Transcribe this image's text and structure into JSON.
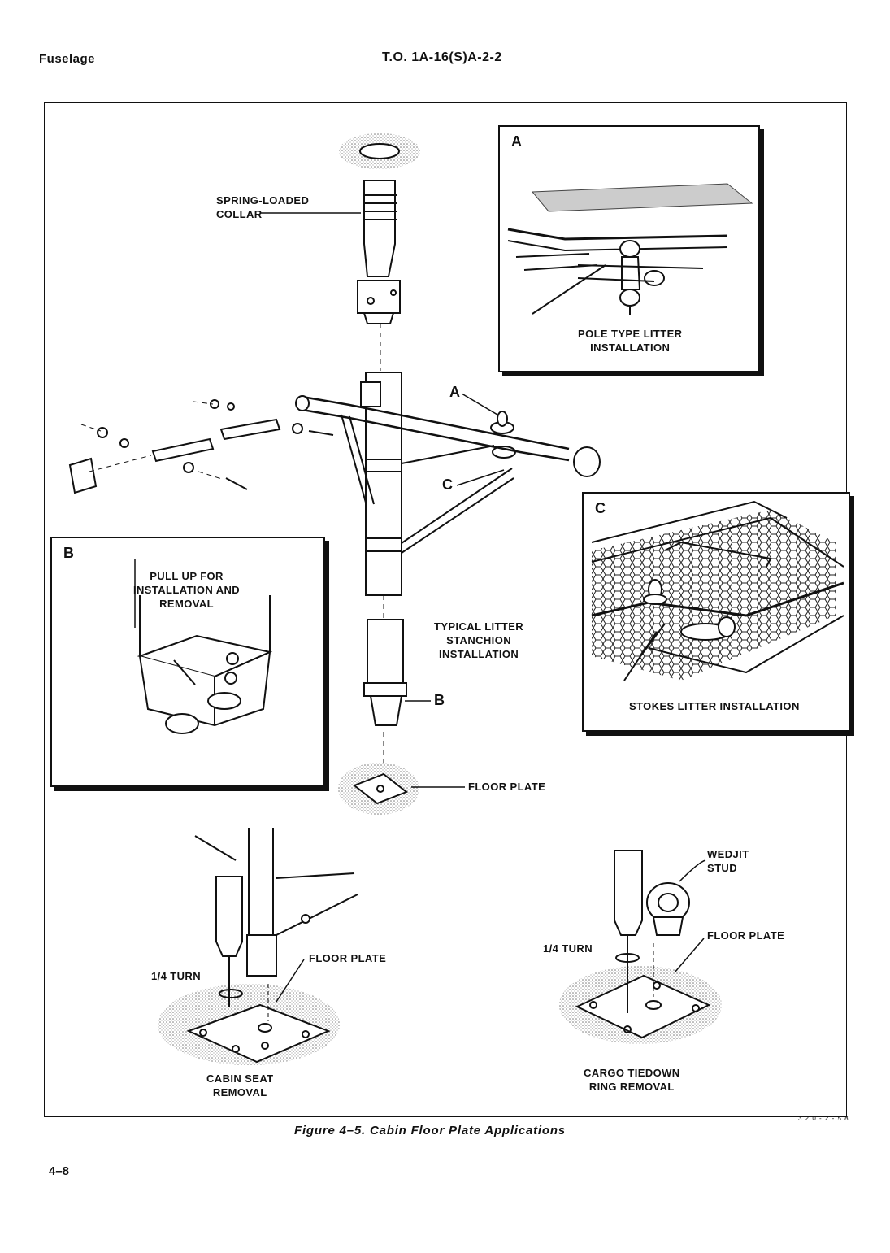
{
  "header": {
    "section": "Fuselage",
    "doc_number": "T.O. 1A-16(S)A-2-2"
  },
  "labels": {
    "spring_loaded_collar": [
      "SPRING-LOADED",
      "COLLAR"
    ],
    "typical_litter": [
      "TYPICAL LITTER",
      "STANCHION",
      "INSTALLATION"
    ],
    "floor_plate_center": "FLOOR PLATE",
    "floor_plate_left": "FLOOR PLATE",
    "floor_plate_right": "FLOOR PLATE",
    "quarter_turn_left": "1/4 TURN",
    "quarter_turn_right": "1/4 TURN",
    "wedjit_stud": [
      "WEDJIT",
      "STUD"
    ],
    "cabin_seat_removal": [
      "CABIN SEAT",
      "REMOVAL"
    ],
    "cargo_tiedown": [
      "CARGO TIEDOWN",
      "RING REMOVAL"
    ]
  },
  "callouts": {
    "a": "A",
    "b": "B",
    "c": "C"
  },
  "insets": {
    "a": {
      "letter": "A",
      "caption": [
        "POLE TYPE LITTER",
        "INSTALLATION"
      ]
    },
    "b": {
      "letter": "B",
      "caption": [
        "PULL UP FOR",
        "INSTALLATION AND",
        "REMOVAL"
      ]
    },
    "c": {
      "letter": "C",
      "caption": "STOKES LITTER INSTALLATION"
    }
  },
  "figure": {
    "caption": "Figure 4–5.  Cabin Floor Plate Applications",
    "code": "3 2 0 - 2 - 5 8"
  },
  "footer": {
    "page_number": "4–8"
  }
}
